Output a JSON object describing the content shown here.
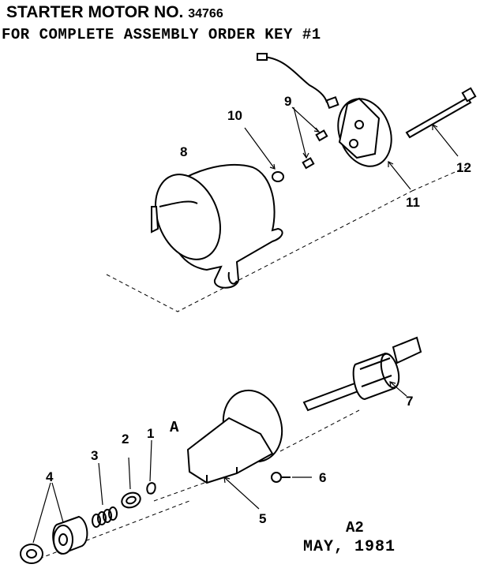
{
  "header": {
    "title": "STARTER MOTOR NO.",
    "model_number": "34766",
    "subtitle": "FOR COMPLETE ASSEMBLY ORDER KEY #1"
  },
  "callouts": {
    "p1": "1",
    "p2": "2",
    "p3": "3",
    "p4": "4",
    "p5": "5",
    "p6": "6",
    "p7": "7",
    "p8": "8",
    "p9": "9",
    "p10": "10",
    "p11": "11",
    "p12": "12",
    "pA": "A"
  },
  "footer": {
    "code": "A2",
    "date": "MAY, 1981"
  }
}
